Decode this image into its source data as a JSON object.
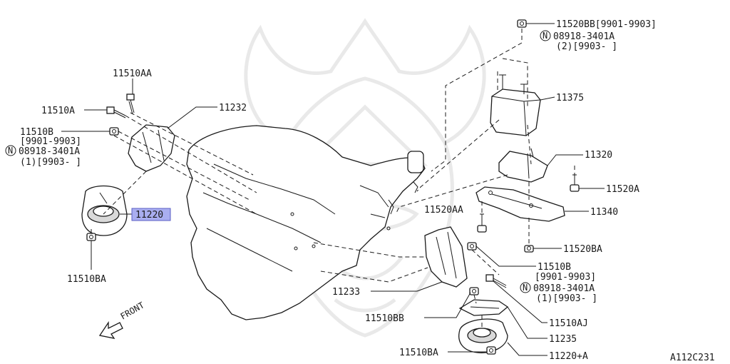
{
  "diagram": {
    "highlight_color": "#a9aef0",
    "labels": {
      "p11520BB": "11520BB[9901-9903]",
      "p11520BB_std_pre": "N",
      "p11520BB_std": "08918-3401A",
      "p11520BB_std_qty": "(2)[9903-      ]",
      "p11375": "11375",
      "p11320": "11320",
      "p11520A": "11520A",
      "p11520AA": "11520AA",
      "p11340": "11340",
      "p11520BA": "11520BA",
      "p11510AA": "11510AA",
      "p11510A": "11510A",
      "p11232": "11232",
      "p11510B_left": "11510B",
      "p11510B_left_range": "[9901-9903]",
      "p11510B_left_std_pre": "N",
      "p11510B_left_std": "08918-3401A",
      "p11510B_left_qty": "(1)[9903-    ]",
      "p11220": "11220",
      "p11510BA_left": "11510BA",
      "p11510B_right": "11510B",
      "p11510B_right_range": "[9901-9903]",
      "p11510B_right_std_pre": "N",
      "p11510B_right_std": "08918-3401A",
      "p11510B_right_qty": "(1)[9903-      ]",
      "p11233": "11233",
      "p11510BB": "11510BB",
      "p11510AJ": "11510AJ",
      "p11235": "11235",
      "p11510BA_bottom": "11510BA",
      "p11220A": "11220+A",
      "front": "FRONT",
      "code": "A112C231"
    }
  }
}
